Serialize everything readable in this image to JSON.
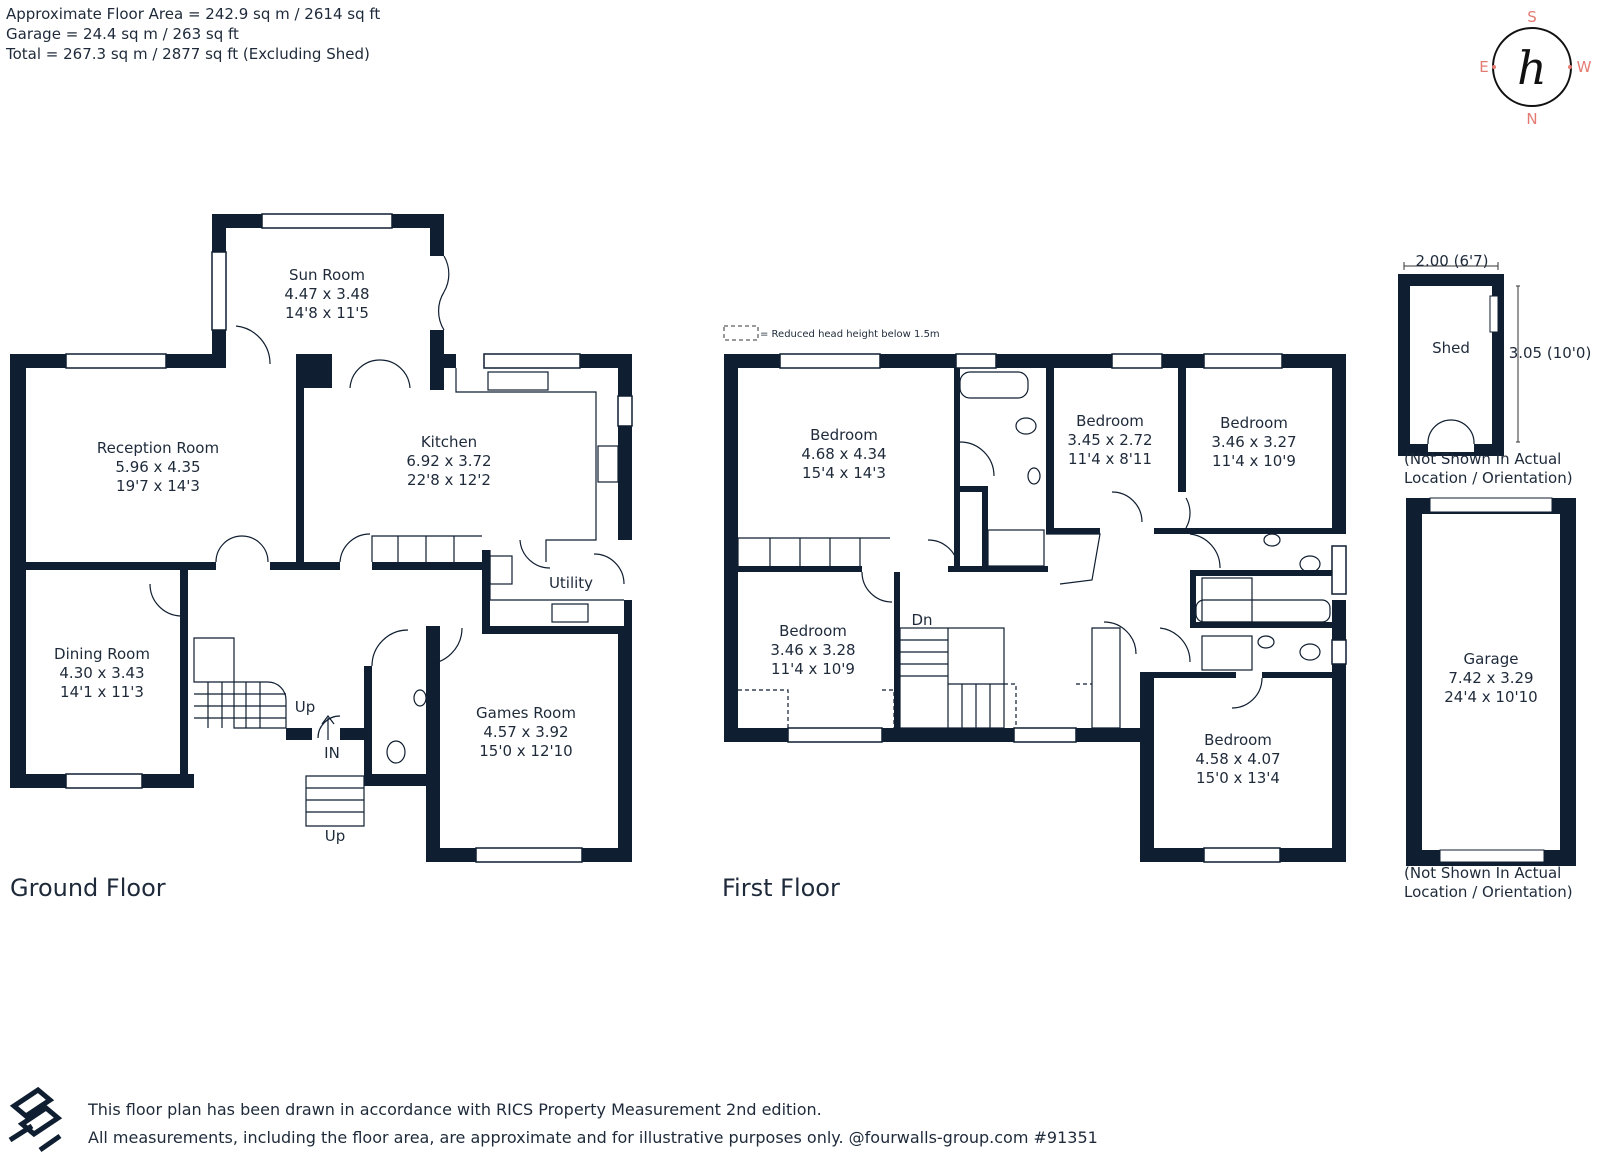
{
  "header": {
    "line1": "Approximate Floor Area = 242.9 sq m / 2614 sq ft",
    "line2": "Garage = 24.4 sq m / 263 sq ft",
    "line3": "Total = 267.3 sq m / 2877 sq ft (Excluding Shed)"
  },
  "compass": {
    "s": "S",
    "e": "E",
    "w": "W",
    "n": "N",
    "logo": "h"
  },
  "legend": {
    "text": "= Reduced head height below 1.5m"
  },
  "ground_floor": {
    "title": "Ground Floor",
    "rooms": {
      "sun": {
        "name": "Sun Room",
        "m": "4.47 x 3.48",
        "ft": "14'8 x 11'5"
      },
      "reception": {
        "name": "Reception Room",
        "m": "5.96 x 4.35",
        "ft": "19'7 x 14'3"
      },
      "kitchen": {
        "name": "Kitchen",
        "m": "6.92 x 3.72",
        "ft": "22'8 x 12'2"
      },
      "utility": {
        "name": "Utility"
      },
      "dining": {
        "name": "Dining Room",
        "m": "4.30 x 3.43",
        "ft": "14'1 x 11'3"
      },
      "games": {
        "name": "Games Room",
        "m": "4.57 x 3.92",
        "ft": "15'0 x 12'10"
      }
    },
    "labels": {
      "up_stairs": "Up",
      "in": "IN",
      "up_steps": "Up"
    }
  },
  "first_floor": {
    "title": "First Floor",
    "rooms": {
      "bed1": {
        "name": "Bedroom",
        "m": "4.68 x 4.34",
        "ft": "15'4 x 14'3"
      },
      "bed2": {
        "name": "Bedroom",
        "m": "3.45 x 2.72",
        "ft": "11'4 x 8'11"
      },
      "bed3": {
        "name": "Bedroom",
        "m": "3.46 x 3.27",
        "ft": "11'4 x 10'9"
      },
      "bed4": {
        "name": "Bedroom",
        "m": "3.46 x 3.28",
        "ft": "11'4 x 10'9"
      },
      "bed5": {
        "name": "Bedroom",
        "m": "4.58 x 4.07",
        "ft": "15'0 x 13'4"
      }
    },
    "labels": {
      "dn": "Dn"
    }
  },
  "shed": {
    "name": "Shed",
    "width": "2.00 (6'7)",
    "depth": "3.05 (10'0)",
    "note_line1": "(Not Shown In Actual",
    "note_line2": "Location / Orientation)"
  },
  "garage": {
    "name": "Garage",
    "m": "7.42 x 3.29",
    "ft": "24'4 x 10'10",
    "note_line1": "(Not Shown In Actual",
    "note_line2": "Location / Orientation)"
  },
  "footer": {
    "line1": "This floor plan has been drawn in accordance with RICS Property Measurement 2nd edition.",
    "line2": "All measurements, including the floor area, are approximate and for illustrative purposes only. @fourwalls-group.com #91351"
  },
  "colors": {
    "wall": "#0f1e30",
    "text": "#1e2a3a",
    "compass_accent": "#e37b73"
  }
}
